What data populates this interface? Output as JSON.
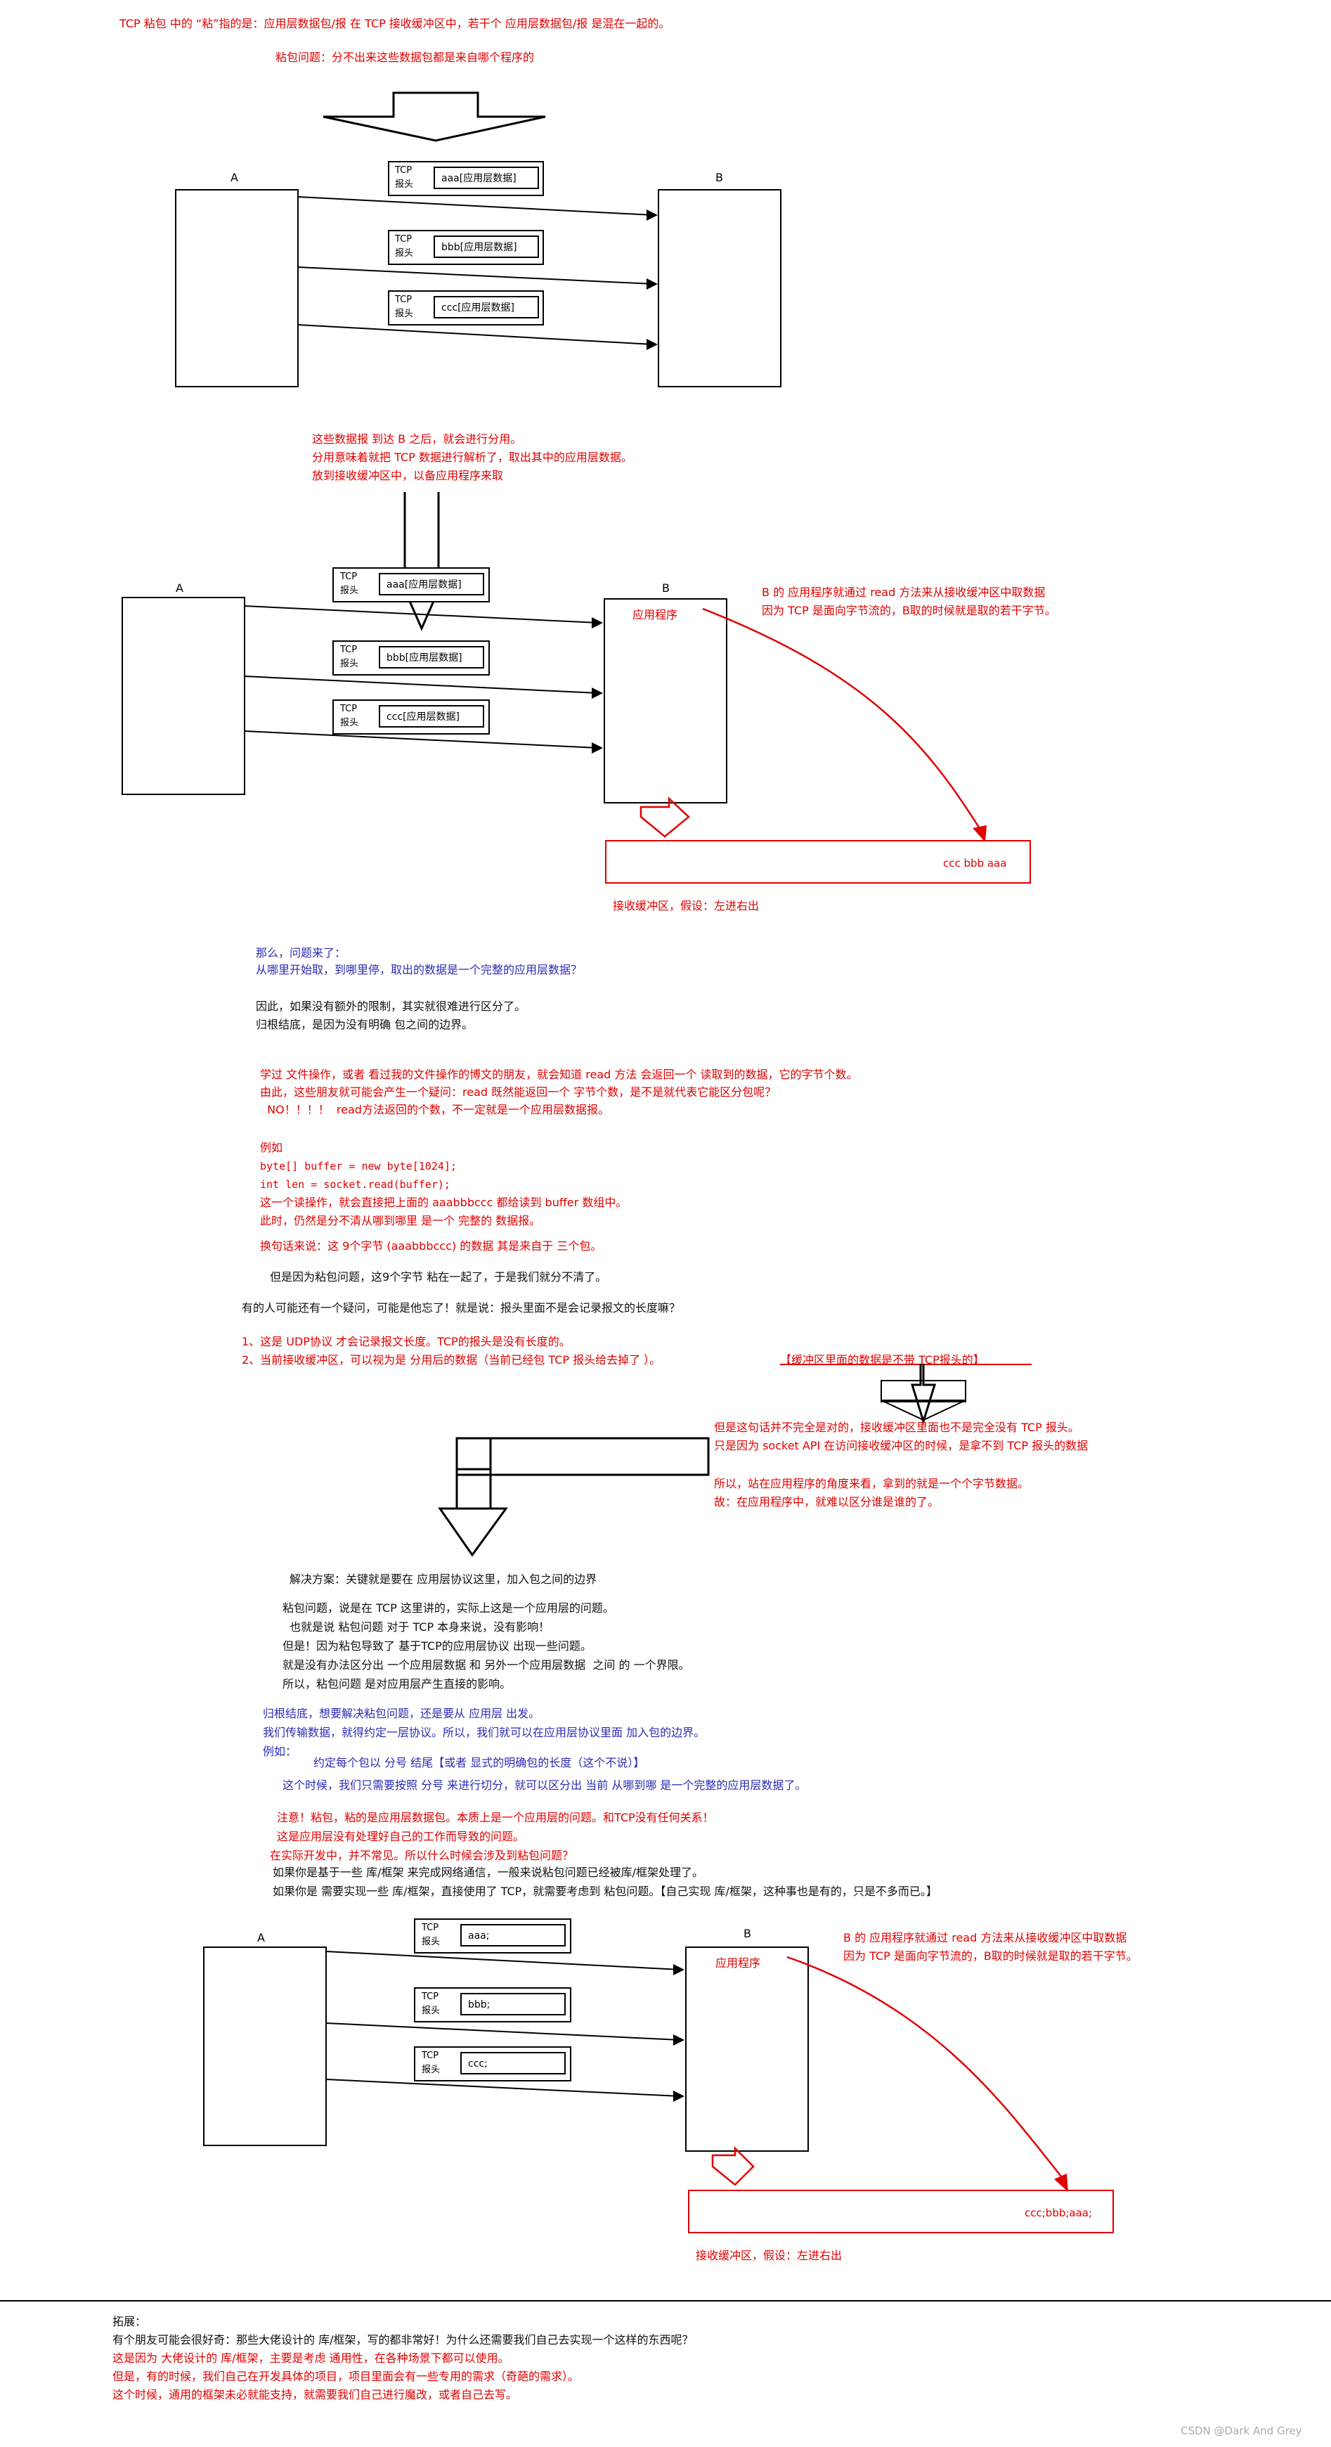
{
  "intro": {
    "line1": "TCP 粘包 中的 “粘”指的是：应用层数据包/报 在 TCP 接收缓冲区中，若干个 应用层数据包/报 是混在一起的。",
    "line2": "粘包问题：分不出来这些数据包都是来自哪个程序的"
  },
  "diagram1": {
    "a": "A",
    "b": "B",
    "packets": [
      {
        "head": [
          "TCP",
          "报头"
        ],
        "body": "aaa[应用层数据]"
      },
      {
        "head": [
          "TCP",
          "报头"
        ],
        "body": "bbb[应用层数据]"
      },
      {
        "head": [
          "TCP",
          "报头"
        ],
        "body": "ccc[应用层数据]"
      }
    ]
  },
  "note1": [
    "这些数据报 到达 B 之后，就会进行分用。",
    "分用意味着就把 TCP 数据进行解析了，取出其中的应用层数据。",
    "放到接收缓冲区中，以备应用程序来取"
  ],
  "diagram2": {
    "a": "A",
    "b": "B",
    "app": "应用程序",
    "packets": [
      {
        "head": [
          "TCP",
          "报头"
        ],
        "body": "aaa[应用层数据]"
      },
      {
        "head": [
          "TCP",
          "报头"
        ],
        "body": "bbb[应用层数据]"
      },
      {
        "head": [
          "TCP",
          "报头"
        ],
        "body": "ccc[应用层数据]"
      }
    ],
    "note": [
      "B 的 应用程序就通过 read 方法来从接收缓冲区中取数据",
      "因为 TCP 是面向字节流的，B取的时候就是取的若干字节。"
    ],
    "buffer": "ccc bbb aaa",
    "buffer_label": "接收缓冲区，假设：左进右出"
  },
  "q1": [
    "那么，问题来了：",
    "从哪里开始取，到哪里停，取出的数据是一个完整的应用层数据？"
  ],
  "q2": [
    "因此，如果没有额外的限制，其实就很难进行区分了。",
    "归根结底，是因为没有明确 包之间的边界。"
  ],
  "read_block": [
    "学过 文件操作，或者 看过我的文件操作的博文的朋友，就会知道 read 方法 会返回一个 读取到的数据，它的字节个数。",
    "由此，这些朋友就可能会产生一个疑问：read 既然能返回一个 字节个数，是不是就代表它能区分包呢？",
    "  NO！！！！  read方法返回的个数，不一定就是一个应用层数据报。"
  ],
  "code_block": [
    "例如",
    "byte[] buffer = new byte[1024];",
    "int len = socket.read(buffer);",
    "这一个读操作，就会直接把上面的 aaabbbccc 都给读到 buffer 数组中。",
    "此时，仍然是分不清从哪到哪里 是一个 完整的 数据报。"
  ],
  "code_summary": "换句话来说：这 9个字节 (aaabbbccc) 的数据 其是来自于 三个包。",
  "sticky1": "但是因为粘包问题，这9个字节 粘在一起了，于是我们就分不清了。",
  "question2": "有的人可能还有一个疑问，可能是他忘了！就是说：报头里面不是会记录报文的长度嘛？",
  "answer2": {
    "line1": "1、这是 UDP协议 才会记录报文长度。TCP的报头是没有长度的。",
    "line2": "2、当前接收缓冲区，可以视为是 分用后的数据（当前已经包 TCP 报头给去掉了 ）。",
    "line2b": "【缓冲区里面的数据是不带 TCP报头的】"
  },
  "side_note": [
    "但是这句话并不完全是对的，接收缓冲区里面也不是完全没有 TCP 报头。",
    "只是因为 socket API 在访问接收缓冲区的时候，是拿不到 TCP 报头的数据",
    "",
    "所以，站在应用程序的角度来看，拿到的就是一个个字节数据。",
    "故：在应用程序中，就难以区分谁是谁的了。"
  ],
  "solution_head": "解决方案：关键就是要在 应用层协议这里，加入包之间的边界",
  "solution_dark": [
    "粘包问题，说是在 TCP 这里讲的，实际上这是一个应用层的问题。",
    "  也就是说 粘包问题 对于 TCP 本身来说，没有影响！",
    "但是！因为粘包导致了 基于TCP的应用层协议 出现一些问题。",
    "就是没有办法区分出 一个应用层数据 和 另外一个应用层数据  之间 的 一个界限。",
    "所以，粘包问题 是对应用层产生直接的影响。"
  ],
  "solution_blue": [
    "归根结底，想要解决粘包问题，还是要从 应用层 出发。",
    "我们传输数据，就得约定一层协议。所以，我们就可以在应用层协议里面 加入包的边界。",
    "例如："
  ],
  "solution_example": "约定每个包以 分号 结尾【或者 显式的明确包的长度（这个不说）】",
  "solution_cut": "这个时候，我们只需要按照 分号 来进行切分，就可以区分出 当前 从哪到哪 是一个完整的应用层数据了。",
  "attention": [
    "注意！粘包，粘的是应用层数据包。本质上是一个应用层的问题。和TCP没有任何关系！",
    "这是应用层没有处理好自己的工作而导致的问题。",
    "在实际开发中，并不常见。所以什么时候会涉及到粘包问题？"
  ],
  "practice": [
    "如果你是基于一些 库/框架 来完成网络通信，一般来说粘包问题已经被库/框架处理了。",
    "如果你是 需要实现一些 库/框架，直接使用了 TCP，就需要考虑到 粘包问题。【自己实现 库/框架，这种事也是有的，只是不多而已。】"
  ],
  "diagram3": {
    "a": "A",
    "b": "B",
    "app": "应用程序",
    "packets": [
      {
        "head": [
          "TCP",
          "报头"
        ],
        "body": "aaa;"
      },
      {
        "head": [
          "TCP",
          "报头"
        ],
        "body": "bbb;"
      },
      {
        "head": [
          "TCP",
          "报头"
        ],
        "body": "ccc;"
      }
    ],
    "note": [
      "B 的 应用程序就通过 read 方法来从接收缓冲区中取数据",
      "因为 TCP 是面向字节流的，B取的时候就是取的若干字节。"
    ],
    "buffer": "ccc;bbb;aaa;",
    "buffer_label": "接收缓冲区，假设：左进右出"
  },
  "extend": {
    "title": "拓展：",
    "question": "有个朋友可能会很好奇：那些大佬设计的 库/框架，写的都非常好！为什么还需要我们自己去实现一个这样的东西呢？",
    "red": [
      "这是因为 大佬设计的 库/框架，主要是考虑 通用性，在各种场景下都可以使用。",
      "但是，有的时候，我们自己在开发具体的项目，项目里面会有一些专用的需求（奇葩的需求）。",
      "这个时候，通用的框架未必就能支持，就需要我们自己进行魔改，或者自己去写。"
    ]
  },
  "watermark": "CSDN @Dark And Grey",
  "colors": {
    "red": "#e00000",
    "blue": "#2b2bb3",
    "black": "#000000"
  }
}
